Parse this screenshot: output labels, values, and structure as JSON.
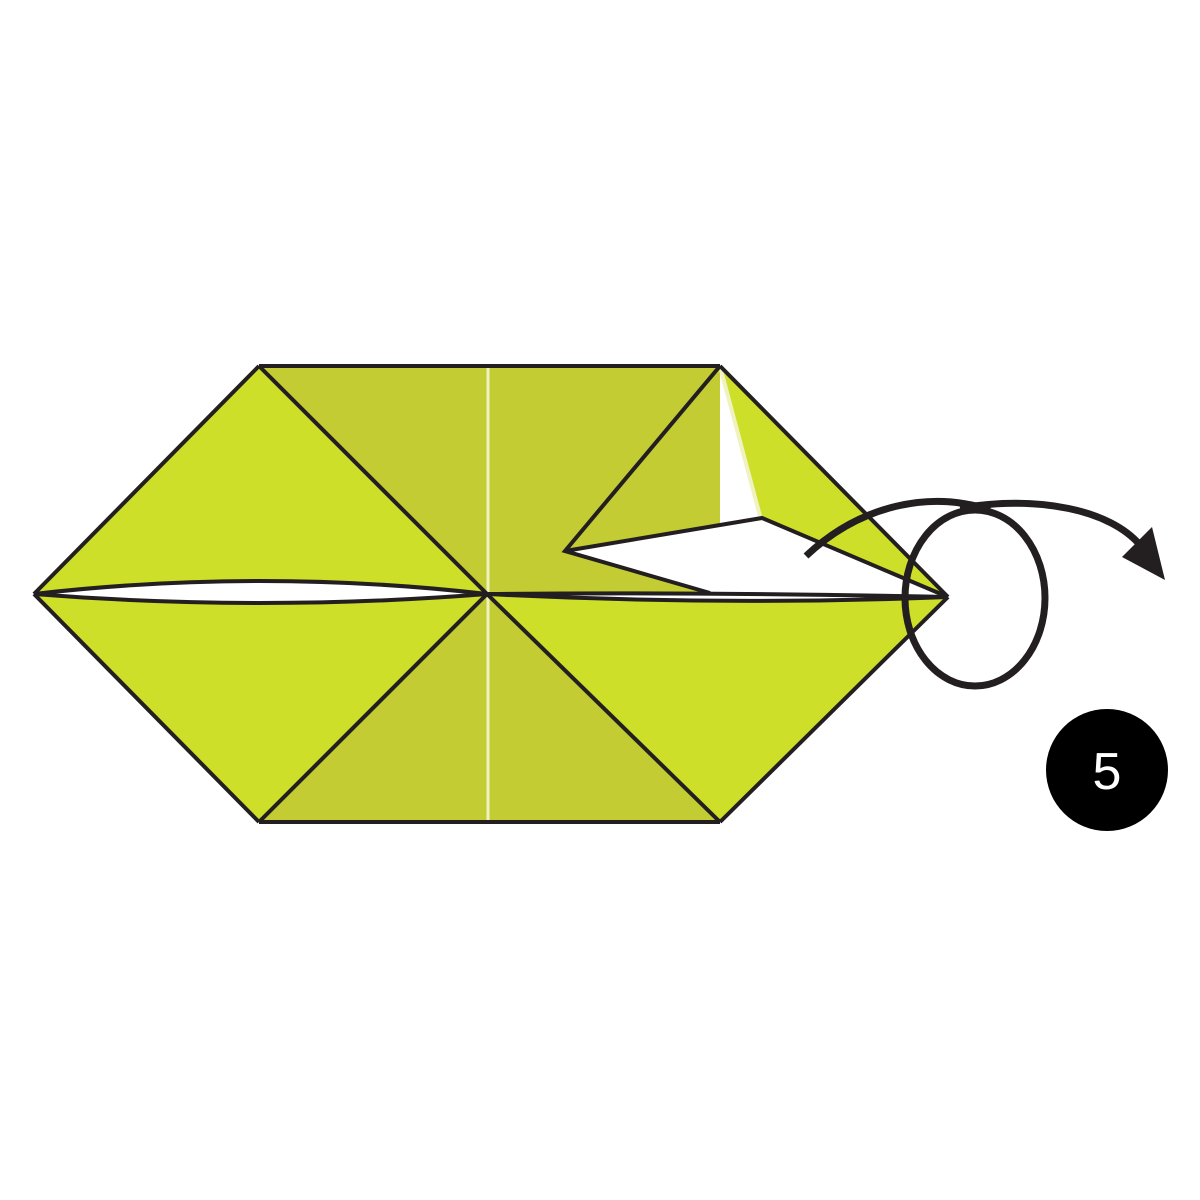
{
  "step": {
    "number": "5"
  },
  "colors": {
    "paper_light": "#cddf29",
    "paper_dark": "#c3cc33",
    "outline": "#231f20",
    "crease": "#f0f2c0",
    "background": "#ffffff",
    "badge_fill": "#000000",
    "badge_text": "#ffffff"
  },
  "instruction": {
    "arrow_type": "turn-over",
    "direction": "right"
  }
}
